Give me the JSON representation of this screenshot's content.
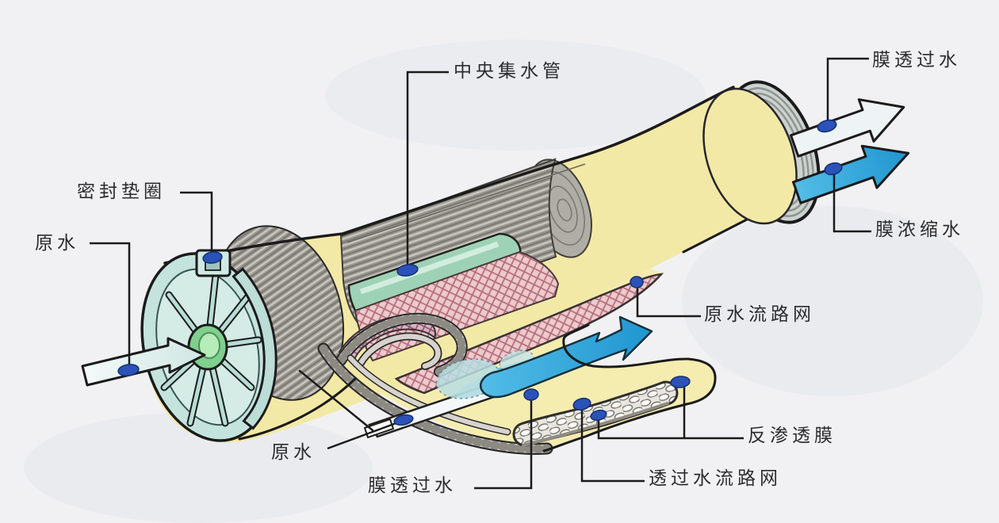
{
  "diagram": {
    "type": "cutaway-illustration",
    "subject": "spiral-wound reverse-osmosis membrane element",
    "labels": {
      "central_pipe": "中央集水管",
      "permeate_top": "膜透过水",
      "concentrate": "膜浓缩水",
      "gasket": "密封垫圈",
      "raw_left": "原水",
      "raw_mesh": "原水流路网",
      "ro_membrane": "反渗透膜",
      "permeate_mesh": "透过水流路网",
      "permeate_bottom": "膜透过水",
      "raw_bottom": "原水"
    },
    "palette": {
      "background": "#f1f1f3",
      "shell_yellow": "#f3e9a6",
      "sheet_yellow": "#f5ecb0",
      "membrane_roll_gray": "#96938d",
      "central_tube_teal": "#9ed2b6",
      "feed_mesh_pink": "#eccacd",
      "feed_mesh_line": "#b76f7a",
      "end_wheel_teal": "#c5e3dd",
      "hub_green": "#7fcf8e",
      "concentrate_arrow_blue": "#2aa0d8",
      "permeate_arrow_white": "#eef3f6",
      "leader_dot_blue": "#2a52b8",
      "outline_black": "#1b1b1b"
    }
  }
}
